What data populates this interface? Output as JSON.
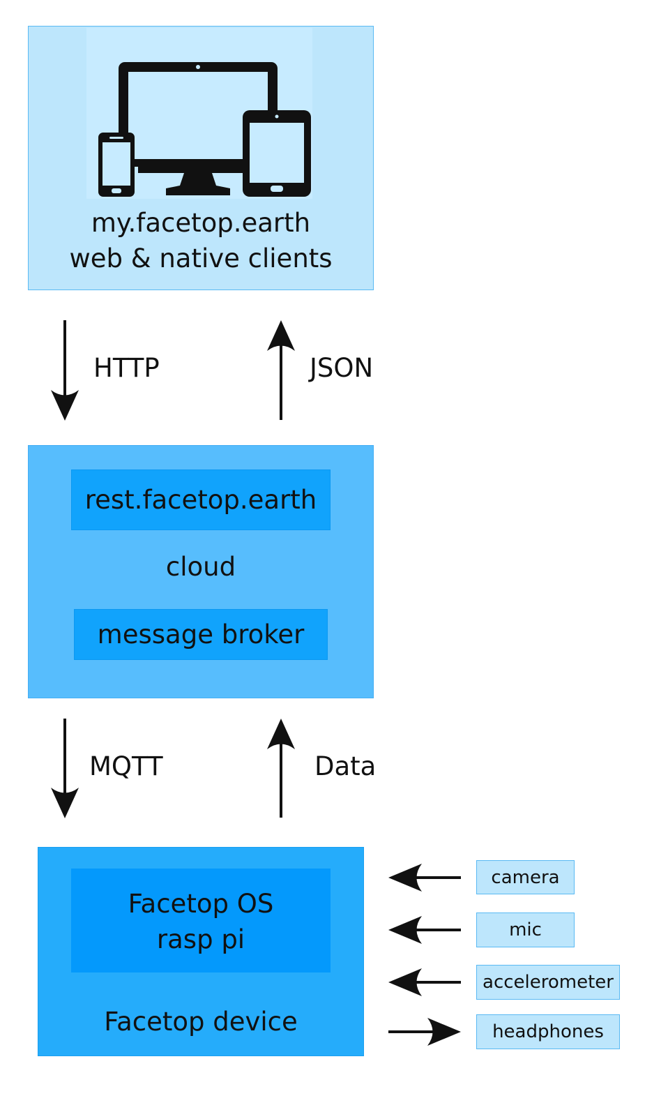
{
  "clients": {
    "line1": "my.facetop.earth",
    "line2": "web & native clients"
  },
  "cloud": {
    "rest": "rest.facetop.earth",
    "label": "cloud",
    "broker": "message broker"
  },
  "device": {
    "os_line1": "Facetop OS",
    "os_line2": "rasp pi",
    "label": "Facetop device"
  },
  "arrows": {
    "http": "HTTP",
    "json": "JSON",
    "mqtt": "MQTT",
    "data": "Data"
  },
  "peripherals": {
    "camera": "camera",
    "mic": "mic",
    "accelerometer": "accelerometer",
    "headphones": "headphones"
  },
  "colors": {
    "client_box": "#bde6fc",
    "cloud_box": "#57bdfd",
    "service_box": "#11a3fc",
    "device_box": "#25acfb",
    "os_box": "#0499fc",
    "peripheral_box": "#bde6fc"
  }
}
